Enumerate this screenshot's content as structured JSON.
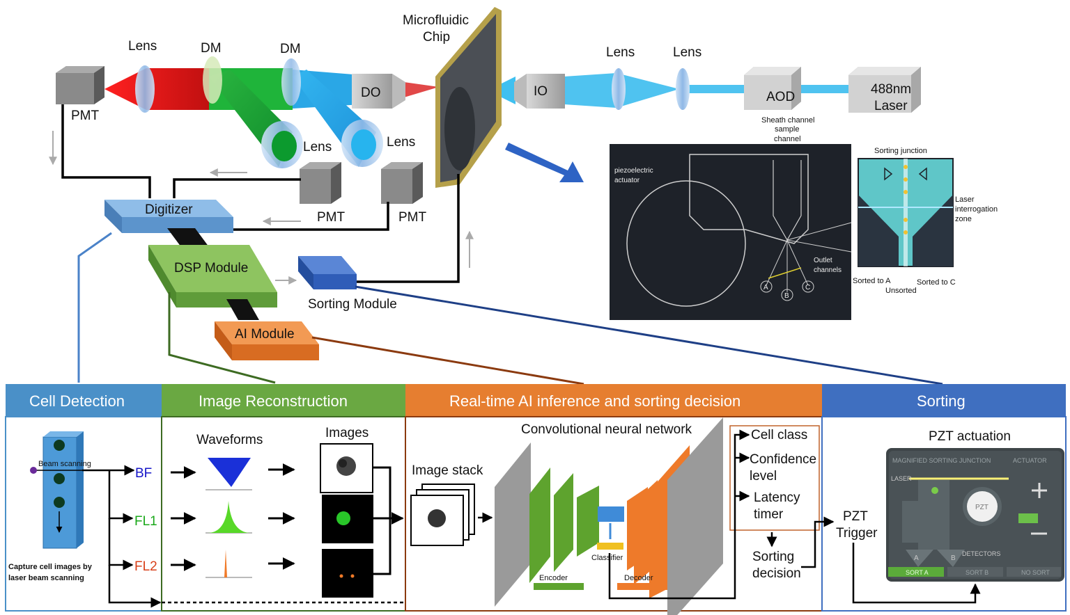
{
  "optics": {
    "lens": "Lens",
    "dm": "DM",
    "pmt": "PMT",
    "do": "DO",
    "io": "IO",
    "aod": "AOD",
    "laser_line1": "488nm",
    "laser_line2": "Laser",
    "chip_line1": "Microfluidic",
    "chip_line2": "Chip"
  },
  "modules": {
    "digitizer": "Digitizer",
    "dsp": "DSP Module",
    "ai": "AI Module",
    "sorting": "Sorting Module"
  },
  "chip_detail": {
    "sheath": "Sheath channel",
    "sample1": "sample",
    "sample2": "channel",
    "piezo1": "piezoelectric",
    "piezo2": "actuator",
    "outlet1": "Outlet",
    "outlet2": "channels",
    "a": "A",
    "b": "B",
    "c": "C"
  },
  "junction": {
    "title": "Sorting junction",
    "laser1": "Laser",
    "laser2": "interrogation",
    "laser3": "zone",
    "sorted_a": "Sorted to A",
    "unsorted": "Unsorted",
    "sorted_c": "Sorted to C"
  },
  "panels": {
    "cell_detection": {
      "title": "Cell Detection",
      "beam": "Beam scanning",
      "caption1": "Capture cell images by",
      "caption2": "laser beam scanning",
      "bf": "BF",
      "fl1": "FL1",
      "fl2": "FL2"
    },
    "image_reconstruction": {
      "title": "Image Reconstruction",
      "waveforms": "Waveforms",
      "images": "Images"
    },
    "ai_inference": {
      "title": "Real-time AI inference and sorting decision",
      "cnn": "Convolutional neural network",
      "image_stack": "Image stack",
      "classifier": "Classifier",
      "encoder": "Encoder",
      "decoder": "Decoder",
      "cell_class": "Cell class",
      "confidence1": "Confidence",
      "confidence2": "level",
      "latency1": "Latency",
      "latency2": "timer",
      "sorting1": "Sorting",
      "sorting2": "decision"
    },
    "sorting": {
      "title": "Sorting",
      "pzt_actuation": "PZT actuation",
      "pzt1": "PZT",
      "pzt2": "Trigger",
      "screen_title": "MAGNIFIED SORTING JUNCTION",
      "actuator": "ACTUATOR",
      "laser": "LASER",
      "pzt": "PZT",
      "detectors": "DETECTORS",
      "a": "A",
      "b": "B",
      "sort_a": "SORT A",
      "sort_b": "SORT B",
      "no_sort": "NO SORT"
    }
  },
  "colors": {
    "cell_detection": "#4a90c8",
    "image_reconstruction": "#6aa842",
    "ai_inference": "#e67e30",
    "sorting": "#3f6fc0",
    "digitizer": "#6fa6da",
    "dsp": "#78b44c",
    "ai_module": "#ef8a3c",
    "sorting_module": "#3d6cc6"
  }
}
